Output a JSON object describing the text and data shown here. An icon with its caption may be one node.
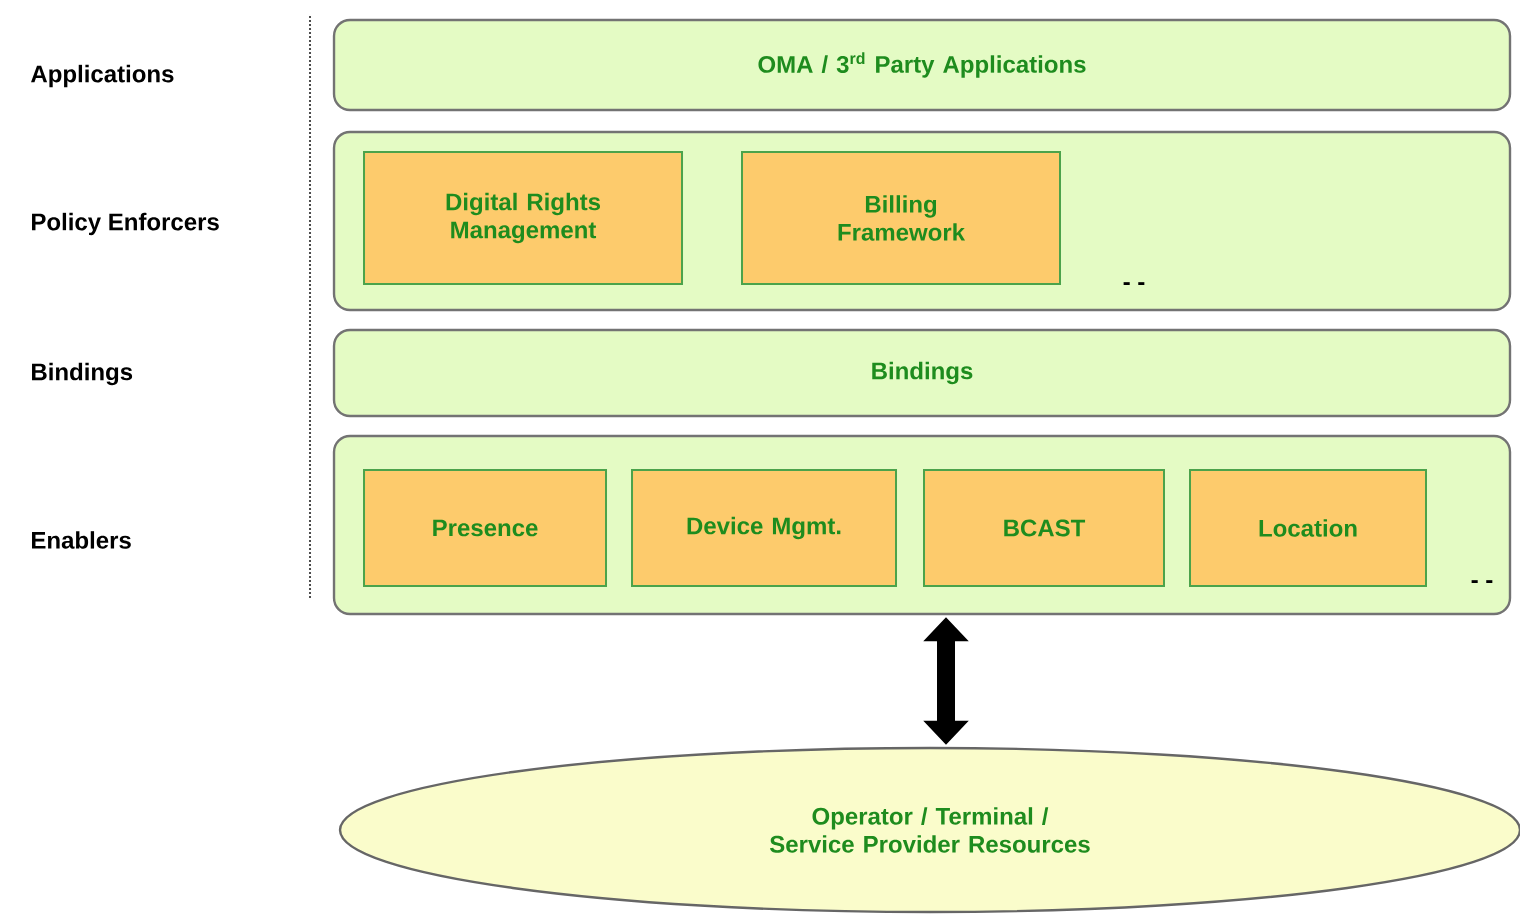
{
  "diagram": {
    "nodes": [
      {
        "text": [
          "OMA / 3$^{rd}$ Party Applications"
        ]
      },
      {
        "text": [],
        "shape": "box"
      },
      {
        "text": [
          "Digital Rights Management"
        ],
        "in": 1
      },
      {
        "text": [
          "Billing Framework"
        ],
        "in": 1
      },
      {
        "text": [
          "Bindings"
        ]
      },
      {
        "text": [],
        "shape": "box"
      },
      {
        "text": [
          "Presence"
        ],
        "in": 5
      },
      {
        "text": [
          "Device Mgmt."
        ],
        "in": 5
      },
      {
        "text": [
          "BCAST"
        ],
        "in": 5
      },
      {
        "text": [
          "Location"
        ],
        "in": 5
      },
      {
        "text": [
          "Operator / Terminal / Service Provider Resources"
        ]
      }
    ],
    "edges": [
      {
        "from": 5,
        "to": 10,
        "arrow": "both"
      }
    ],
    "labels": [
      "Applications",
      "Policy Enforcers",
      "- -",
      "Bindings",
      "Enablers",
      "- -"
    ]
  }
}
